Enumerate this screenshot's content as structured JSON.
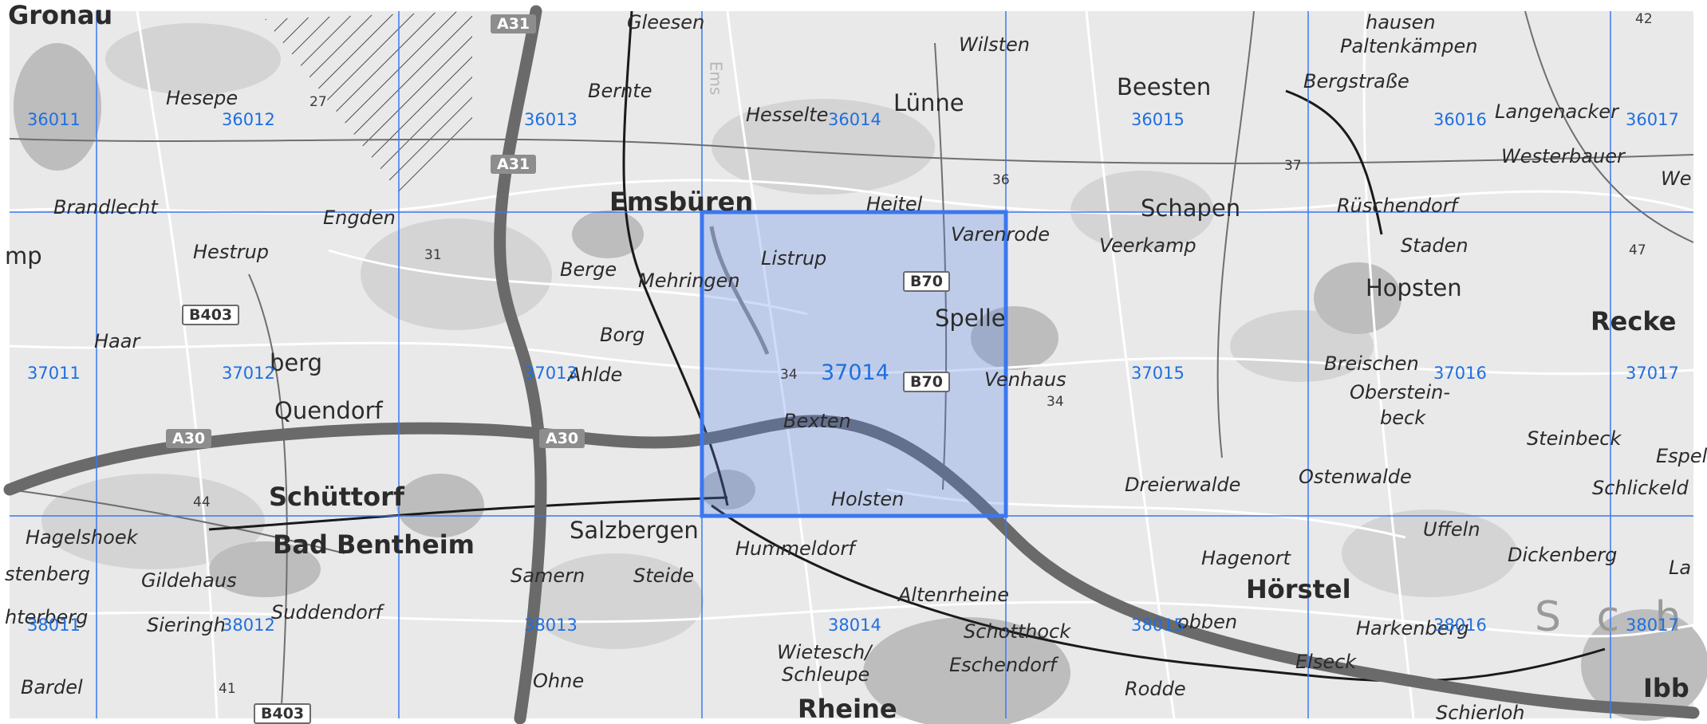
{
  "map": {
    "grid_columns": [
      "1",
      "2",
      "3",
      "4",
      "5",
      "6",
      "7"
    ],
    "grid_rows": [
      "36",
      "37",
      "38"
    ],
    "selected_cell": "37014",
    "cells": {
      "r36": [
        "36011",
        "36012",
        "36013",
        "36014",
        "36015",
        "36016",
        "36017"
      ],
      "r37": [
        "37011",
        "37012",
        "37013",
        "37014",
        "37015",
        "37016",
        "37017"
      ],
      "r38": [
        "38011",
        "38012",
        "38013",
        "38014",
        "38015",
        "38016",
        "38017"
      ]
    },
    "places": {
      "gleesen": "Gleesen",
      "bernte": "Bernte",
      "hesselte": "Hesselte",
      "luenne": "Lünne",
      "wilsten": "Wilsten",
      "beesten": "Beesten",
      "hausen": "hausen",
      "paltenkaempen": "Paltenkämpen",
      "bergstrasse": "Bergstraße",
      "langenacker": "Langenacker",
      "westerbauer": "Westerbauer",
      "we": "We",
      "hesepe": "Hesepe",
      "brandlecht": "Brandlecht",
      "engden": "Engden",
      "hestrup": "Hestrup",
      "emsbueren": "Emsbüren",
      "heitel": "Heitel",
      "varenrode": "Varenrode",
      "schapen": "Schapen",
      "rueschendorf": "Rüschendorf",
      "veerkamp": "Veerkamp",
      "staden": "Staden",
      "hopsten": "Hopsten",
      "recke": "Recke",
      "mp": "mp",
      "listrup": "Listrup",
      "berge": "Berge",
      "mehringen": "Mehringen",
      "spelle": "Spelle",
      "haar": "Haar",
      "borg": "Borg",
      "ahlde": "Ahlde",
      "venhaus": "Venhaus",
      "breischen": "Breischen",
      "oberstein": "Oberstein-",
      "beck": "beck",
      "berg": "berg",
      "quendorf": "Quendorf",
      "bexten": "Bexten",
      "steinbeck": "Steinbeck",
      "espel": "Espel",
      "dreierwalde": "Dreierwalde",
      "ostenwalde": "Ostenwalde",
      "schlickeld": "Schlickeld",
      "schuettorf": "Schüttorf",
      "holsten": "Holsten",
      "salzbergen": "Salzbergen",
      "hagelshoek": "Hagelshoek",
      "bad_bentheim": "Bad Bentheim",
      "uffeln": "Uffeln",
      "hummeldorf": "Hummeldorf",
      "hagenort": "Hagenort",
      "dickenberg": "Dickenberg",
      "la": "La",
      "stenberg": "stenberg",
      "gildehaus": "Gildehaus",
      "samern": "Samern",
      "steide": "Steide",
      "hoerstel": "Hörstel",
      "altenrheine": "Altenrheine",
      "suddendorf": "Suddendorf",
      "hterberg": "hterberg",
      "sieringh": "Sieringh",
      "schotthock": "Schotthock",
      "obben": "obben",
      "harkenberg": "Harkenberg",
      "wietesch": "Wietesch/",
      "schleupe": "Schleupe",
      "eschendorf": "Eschendorf",
      "elseck": "Elseck",
      "bardel": "Bardel",
      "ohne": "Ohne",
      "rodde": "Rodde",
      "rheine": "Rheine",
      "schierloh": "Schierloh",
      "ibb": "Ibb",
      "gronau": "Gronau",
      "ems": "Ems",
      "schale": "S c h"
    },
    "roads": {
      "a31_top": "A31",
      "a31_mid": "A31",
      "a30_left": "A30",
      "a30_mid": "A30",
      "b403_top": "B403",
      "b403_bottom": "B403",
      "b70_top": "B70",
      "b70_mid": "B70"
    },
    "spot_heights": [
      "27",
      "31",
      "34",
      "36",
      "37",
      "42",
      "44",
      "47",
      "34",
      "41"
    ]
  }
}
